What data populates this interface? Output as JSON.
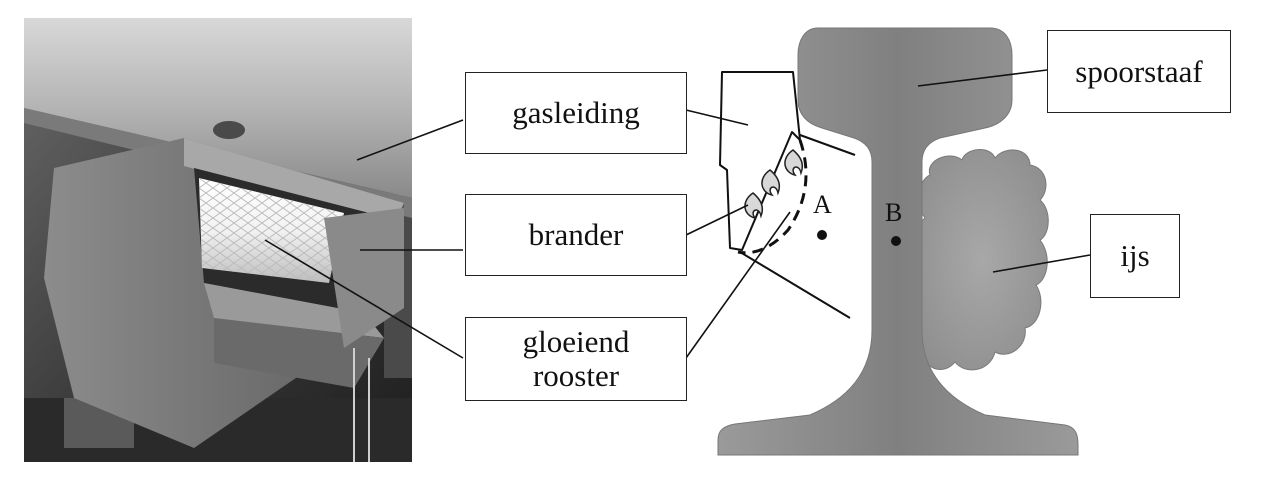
{
  "labels": {
    "gas_line": "gasleiding",
    "burner": "brander",
    "grid_line1": "gloeiend",
    "grid_line2": "rooster",
    "rail": "spoorstaaf",
    "ice": "ijs",
    "point_a": "A",
    "point_b": "B"
  },
  "colors": {
    "rail_fill": "#8f8f8f",
    "rail_web": "#6e6e6e",
    "ice_fill": "#a0a0a0",
    "line": "#111111"
  }
}
